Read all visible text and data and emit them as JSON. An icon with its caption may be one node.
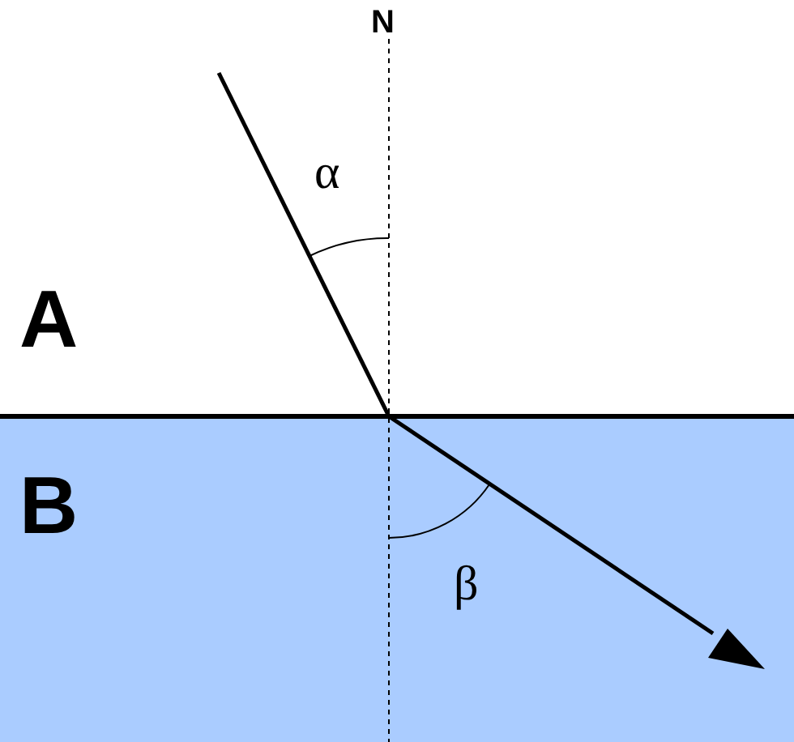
{
  "diagram": {
    "labels": [
      "N",
      "α",
      "A",
      "B",
      "β"
    ]
  }
}
